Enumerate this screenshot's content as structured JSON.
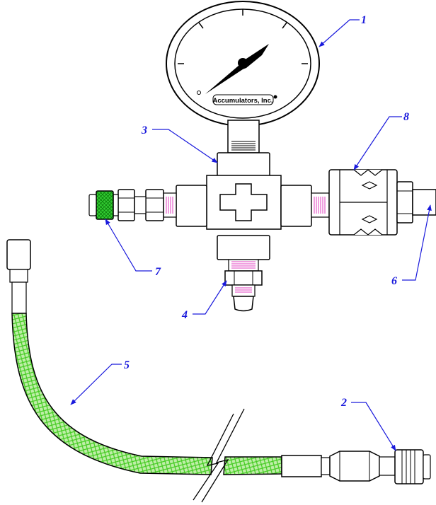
{
  "gauge": {
    "brand_text": "Accumulators, Inc."
  },
  "callouts": [
    {
      "id": "1",
      "label": "1"
    },
    {
      "id": "2",
      "label": "2"
    },
    {
      "id": "3",
      "label": "3"
    },
    {
      "id": "4",
      "label": "4"
    },
    {
      "id": "5",
      "label": "5"
    },
    {
      "id": "6",
      "label": "6"
    },
    {
      "id": "7",
      "label": "7"
    },
    {
      "id": "8",
      "label": "8"
    }
  ],
  "colors": {
    "outline": "#000000",
    "callout": "#1a1adc",
    "thread": "#e040c0",
    "braid": "#44cc22",
    "braid_fill": "#bfeea8",
    "knurl": "#22b822"
  }
}
